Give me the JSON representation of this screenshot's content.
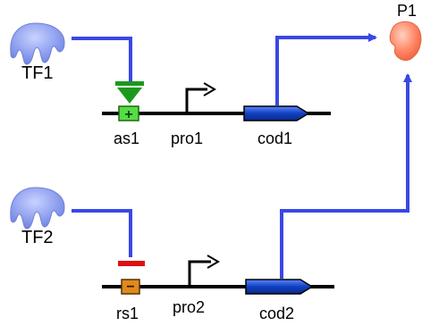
{
  "circuit": {
    "module1": {
      "tf_label": "TF1",
      "site_label": "as1",
      "promoter_label": "pro1",
      "cds_label": "cod1",
      "site_type": "activator",
      "site_color": "#44cc33",
      "site_symbol": "+"
    },
    "module2": {
      "tf_label": "TF2",
      "site_label": "rs1",
      "promoter_label": "pro2",
      "cds_label": "cod2",
      "site_type": "repressor",
      "site_color": "#e08a1e",
      "site_symbol": "−"
    },
    "product": {
      "label": "P1"
    }
  },
  "colors": {
    "tf_fill": "#8fa0ee",
    "tf_stroke": "#6677cc",
    "arrow_line": "#3a47e6",
    "activation_mark": "#1a9a1a",
    "repression_mark": "#dd1111",
    "cds_fill": "#1040c0",
    "product_fill": "#ff8866",
    "backbone": "#000000"
  },
  "icons": {
    "transcription_factor": "tf-protein-icon",
    "product": "product-protein-icon",
    "promoter": "bent-arrow-promoter-icon"
  }
}
